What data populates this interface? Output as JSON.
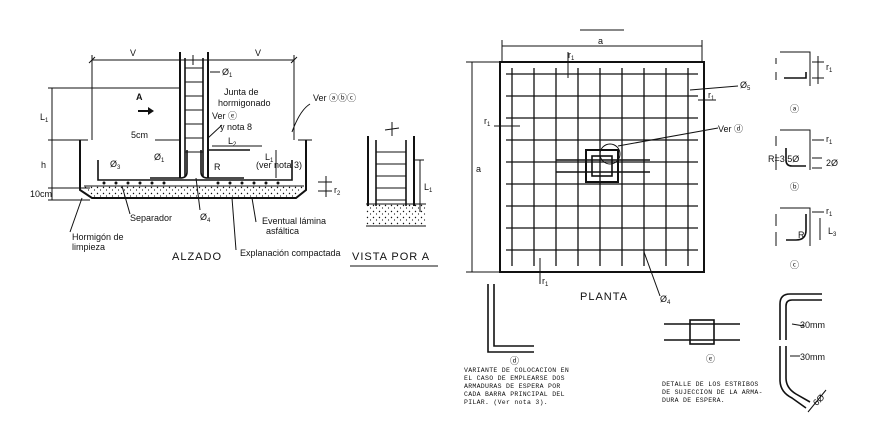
{
  "elevation": {
    "title": "ALZADO",
    "dim_v_left": "V",
    "dim_v_right": "V",
    "label_l1": "L",
    "label_l1_sub": "1",
    "label_h": "h",
    "label_10cm": "10cm",
    "label_5cm": "5cm",
    "arrow_label": "A",
    "phi1_top": "Ø",
    "phi1_top_sub": "1",
    "phi1_mid": "Ø",
    "phi1_mid_sub": "1",
    "phi3": "Ø",
    "phi3_sub": "3",
    "phi4": "Ø",
    "phi4_sub": "4",
    "junta_line1": "Junta de",
    "junta_line2": "hormigonado",
    "ver_e": "Ver ⓔ",
    "nota_8": "y nota 8",
    "ver_abc": "Ver ⓐⓑⓒ",
    "label_l2": "L",
    "label_l2_sub": "2",
    "label_r": "R",
    "label_l1_right": "L",
    "label_l1_right_sub": "1",
    "ver_nota_3": "(ver nota 3)",
    "label_r2": "r",
    "label_r2_sub": "2",
    "separador": "Separador",
    "hormigon_line1": "Hormigón de",
    "hormigon_line2": "limpieza",
    "lamina_line1": "Eventual lámina",
    "lamina_line2": "asfáltica",
    "explanacion": "Explanación compactada"
  },
  "view_a": {
    "title": "VISTA POR A",
    "label_l1": "L",
    "label_l1_sub": "1"
  },
  "plan": {
    "title": "PLANTA",
    "dim_a_top": "a",
    "dim_a_left": "a",
    "r1_top": "r",
    "r1_left": "r",
    "r1_bottom": "r",
    "r1_sub": "1",
    "r1_right": "r",
    "phi5": "Ø",
    "phi5_sub": "5",
    "phi4": "Ø",
    "phi4_sub": "4",
    "ver_d": "Ver ⓓ"
  },
  "details": {
    "a_label": "ⓐ",
    "b_label": "ⓑ",
    "c_label": "ⓒ",
    "d_label": "ⓓ",
    "e_label": "ⓔ",
    "r1_a": "r",
    "r1_b": "r",
    "r1_c": "r",
    "r1_sub": "1",
    "r_35": "R=3.5Ø",
    "two_phi": "2Ø",
    "r_c": "R",
    "l3": "L",
    "l3_sub": "3",
    "dim_30mm_top": "30mm",
    "dim_30mm_bottom": "30mm",
    "dim_6phi": "6Ø"
  },
  "notes": {
    "variante": [
      "VARIANTE DE COLOCACION EN",
      "EL CASO DE EMPLEARSE DOS",
      "ARMADURAS DE ESPERA POR",
      "CADA BARRA PRINCIPAL DEL",
      "PILAR. (Ver nota 3)."
    ],
    "detalle": [
      "DETALLE DE LOS ESTRIBOS",
      "DE SUJECCION DE LA ARMA-",
      "DURA DE ESPERA."
    ]
  }
}
